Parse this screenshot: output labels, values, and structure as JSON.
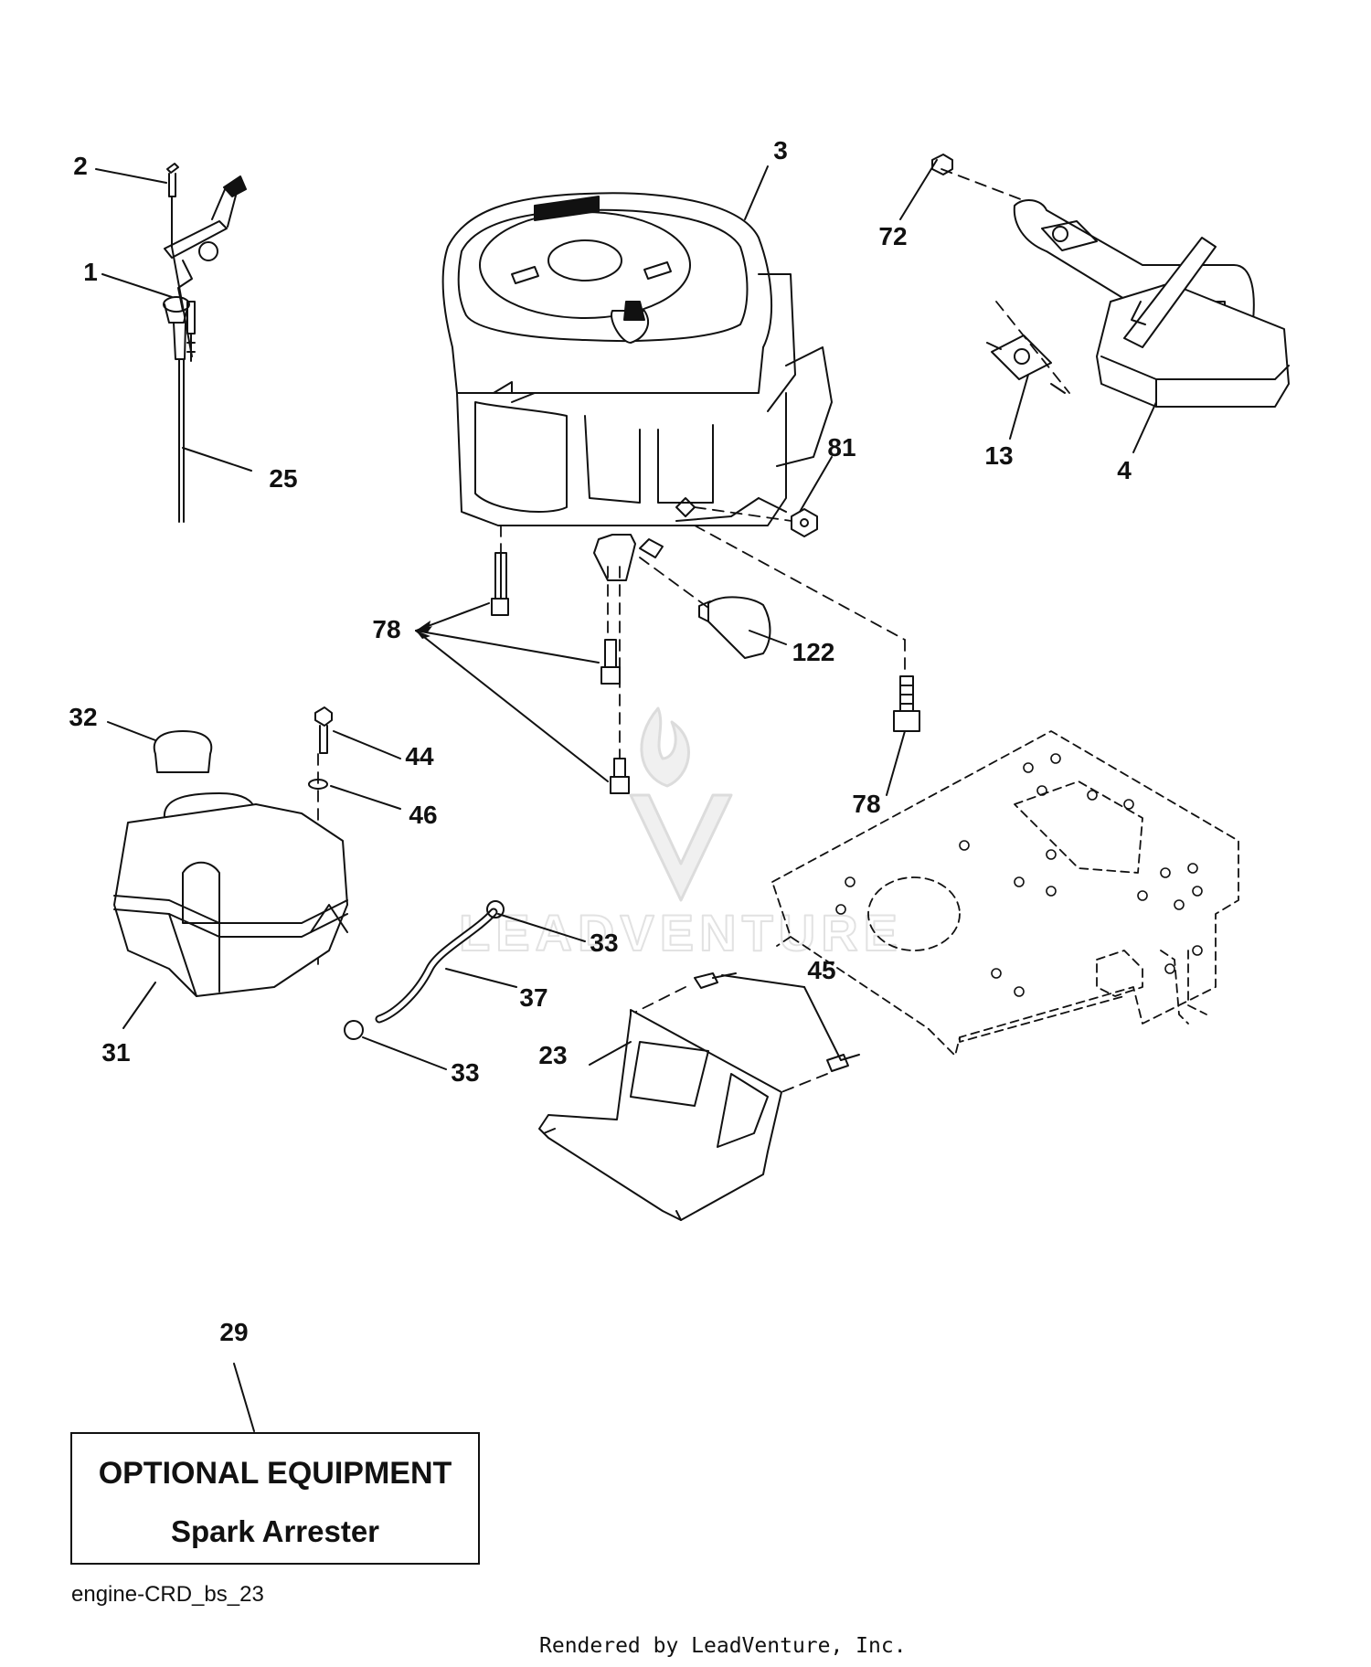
{
  "diagram_id": "engine-CRD_bs_23",
  "rendered_by": "Rendered by LeadVenture, Inc.",
  "watermark": "LEADVENTURE",
  "optional_box": {
    "title": "OPTIONAL EQUIPMENT",
    "subtitle": "Spark Arrester"
  },
  "callouts": {
    "c1": "1",
    "c2": "2",
    "c3": "3",
    "c4": "4",
    "c13": "13",
    "c23": "23",
    "c25": "25",
    "c29": "29",
    "c31": "31",
    "c32": "32",
    "c33a": "33",
    "c33b": "33",
    "c37": "37",
    "c44": "44",
    "c45": "45",
    "c46": "46",
    "c72": "72",
    "c78a": "78",
    "c78b": "78",
    "c81": "81",
    "c122": "122"
  },
  "colors": {
    "ink": "#111111",
    "watermark": "#d9d9d9",
    "background": "#ffffff"
  }
}
